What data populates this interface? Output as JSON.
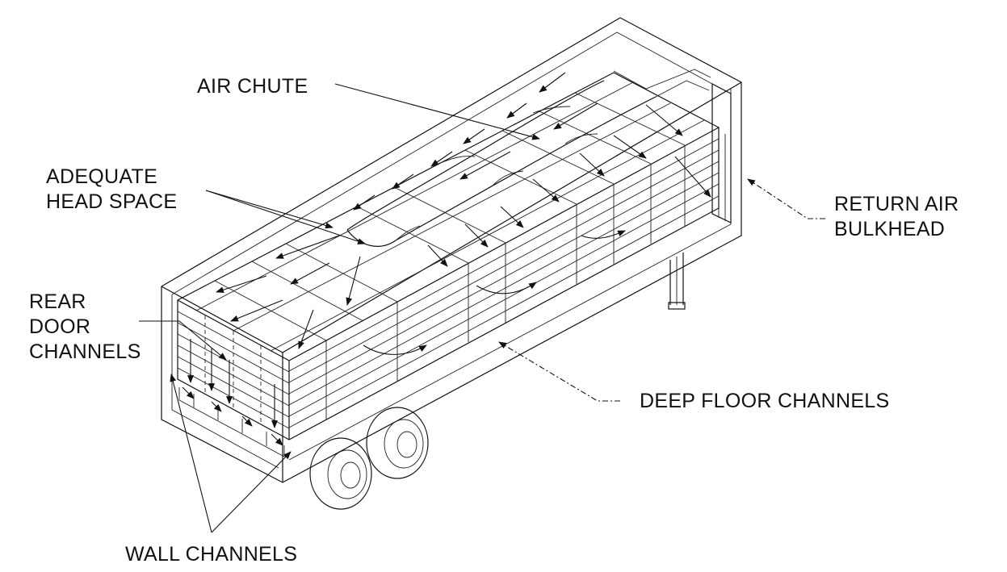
{
  "labels": {
    "air_chute": "AIR CHUTE",
    "head_space": [
      "ADEQUATE",
      "HEAD SPACE"
    ],
    "return_air": [
      "RETURN AIR",
      "BULKHEAD"
    ],
    "rear_door": [
      "REAR",
      "DOOR",
      "CHANNELS"
    ],
    "deep_floor": "DEEP FLOOR CHANNELS",
    "wall_channels": "WALL CHANNELS"
  }
}
